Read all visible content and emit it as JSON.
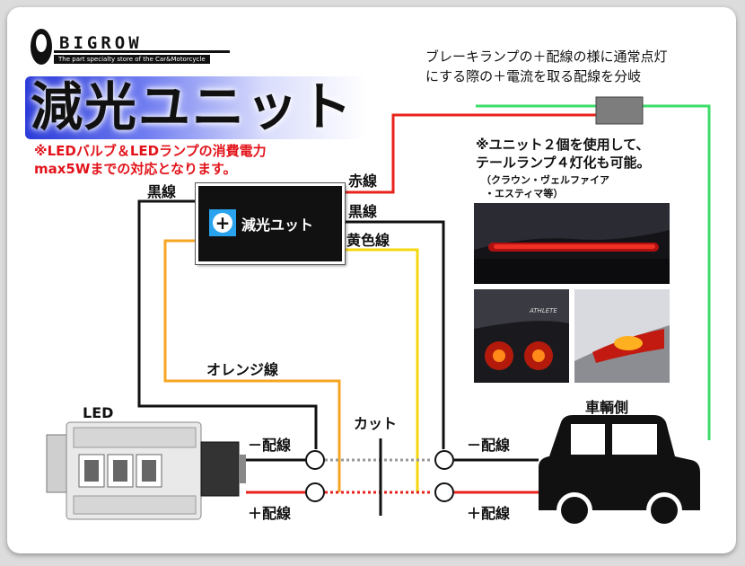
{
  "logo": {
    "word": "BIGROW",
    "tagline": "The part specialty store of the Car&Motorcycle"
  },
  "title": "減光ユニット",
  "notes": {
    "led_limit_line1": "※LEDバルブ＆LEDランプの消費電力",
    "led_limit_line2": "max5Wまでの対応となります。",
    "branch_line1": "ブレーキランプの＋配線の様に通常点灯",
    "branch_line2": "にする際の＋電流を取る配線を分岐",
    "double_line1": "※ユニット２個を使用して、",
    "double_line2": "テールランプ４灯化も可能。",
    "double_line3": "（クラウン・ヴェルファイア",
    "double_line4": "・エスティマ等）"
  },
  "unit": {
    "label": "減光ユット"
  },
  "wires": {
    "red": "赤線",
    "black_right": "黒線",
    "black_left": "黒線",
    "yellow": "黄色線",
    "orange": "オレンジ線"
  },
  "led_label": "LED",
  "cut_label": "カット",
  "vehicle_label": "車輌側",
  "terminals": {
    "left_minus": "－配線",
    "left_plus": "＋配線",
    "right_minus": "－配線",
    "right_plus": "＋配線"
  },
  "photo_badge": "ATHLETE",
  "colors": {
    "red_wire": "#e8231c",
    "green_wire": "#3ddc6a",
    "yellow_wire": "#f5d70f",
    "orange_wire": "#f6a623",
    "black_wire": "#111111",
    "title_glow": "#2a3ad8",
    "plus_icon_bg": "#2aa3ee"
  }
}
